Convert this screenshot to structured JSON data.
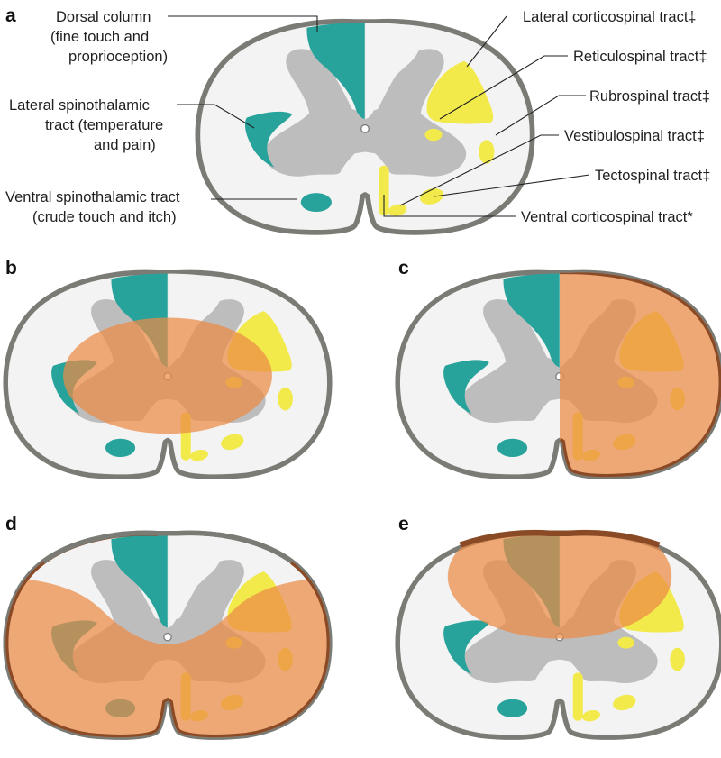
{
  "colors": {
    "outline": "#7b7b76",
    "white_matter": "#f3f3f3",
    "grey_matter": "#bdbdbd",
    "dorsal_column": "#27a39b",
    "spinothalamic": "#27a39b",
    "motor_tracts": "#f2ea4b",
    "lesion": "#ec8a45",
    "lesion_border": "#8a4a26"
  },
  "panels": {
    "a": {
      "letter": "a"
    },
    "b": {
      "letter": "b"
    },
    "c": {
      "letter": "c"
    },
    "d": {
      "letter": "d"
    },
    "e": {
      "letter": "e"
    }
  },
  "labels": {
    "dorsal_column": [
      "Dorsal column",
      "(fine touch and",
      "proprioception)"
    ],
    "lateral_spinothalamic": [
      "Lateral spinothalamic",
      "tract (temperature",
      "and pain)"
    ],
    "ventral_spinothalamic": [
      "Ventral spinothalamic tract",
      "(crude touch and itch)"
    ],
    "lateral_corticospinal": "Lateral corticospinal tract‡",
    "reticulospinal": "Reticulospinal tract‡",
    "rubrospinal": "Rubrospinal tract‡",
    "vestibulospinal": "Vestibulospinal tract‡",
    "tectospinal": "Tectospinal tract‡",
    "ventral_corticospinal": "Ventral corticospinal tract*"
  }
}
